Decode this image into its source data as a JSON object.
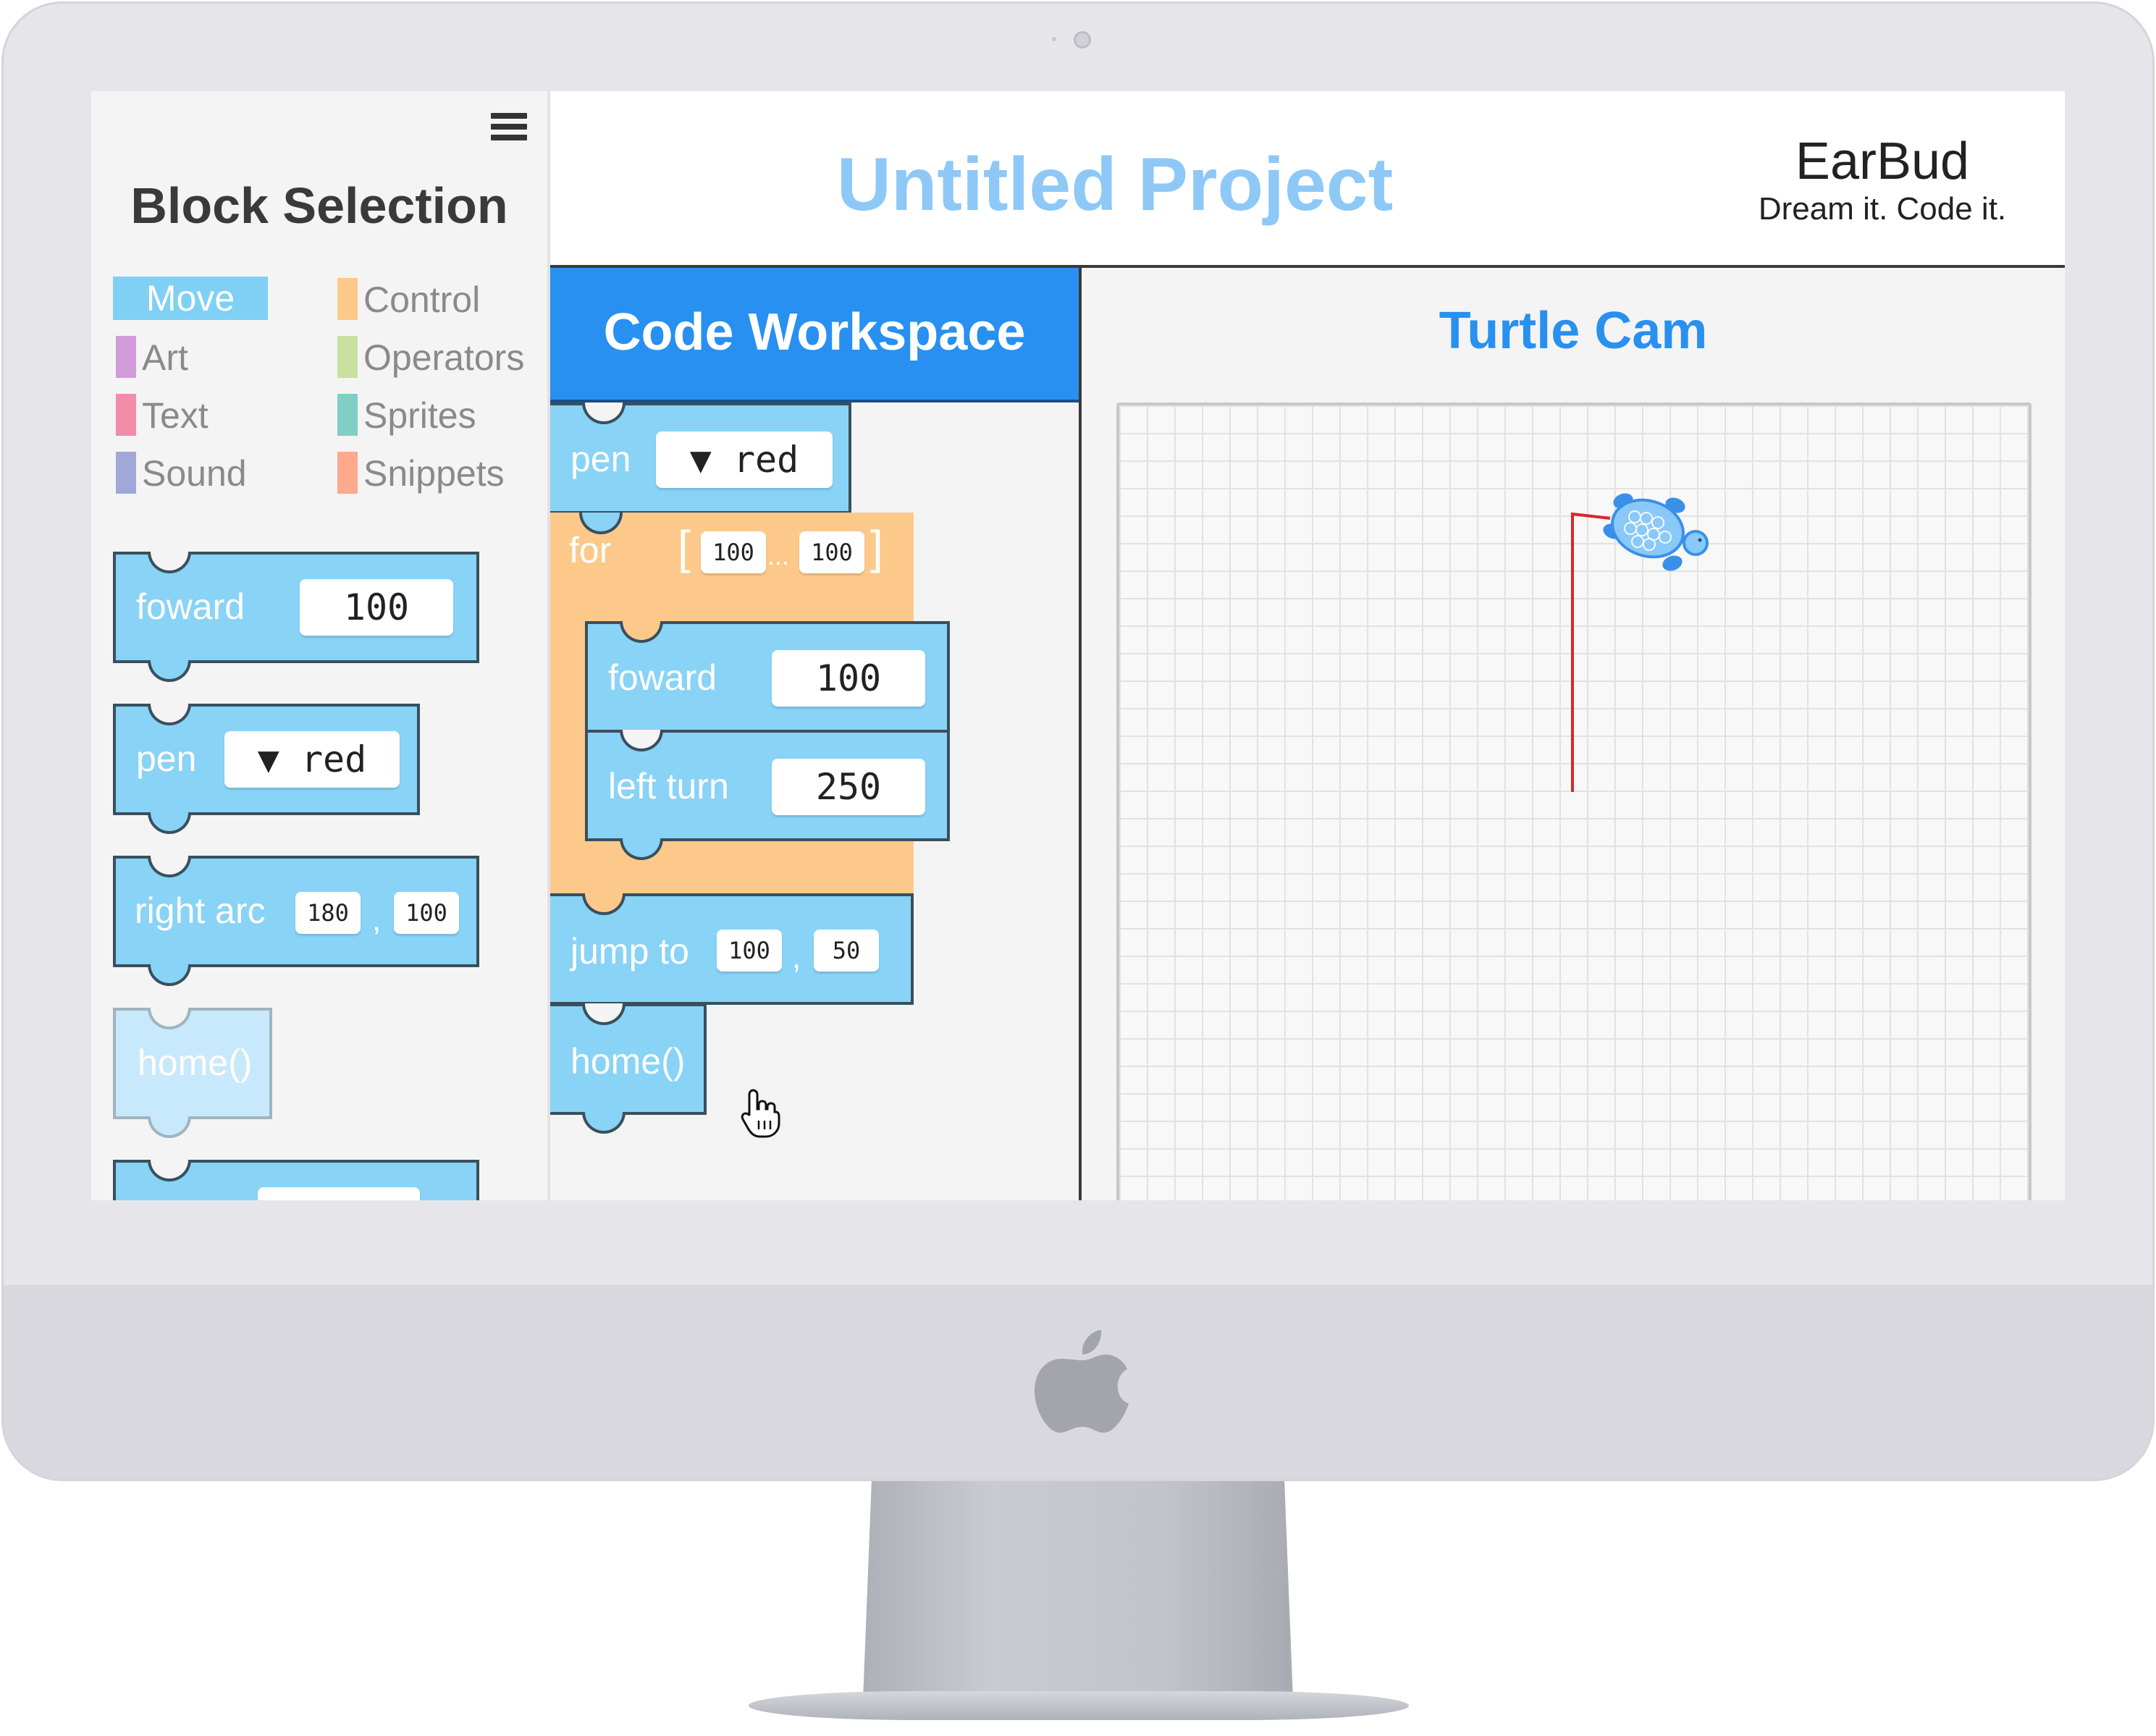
{
  "sidebar": {
    "title": "Block Selection",
    "categories": [
      {
        "label": "Move",
        "color": "#7fd0f4"
      },
      {
        "label": "Art",
        "color": "#d19ad9"
      },
      {
        "label": "Text",
        "color": "#f28ca9"
      },
      {
        "label": "Sound",
        "color": "#a0a8d8"
      },
      {
        "label": "Control",
        "color": "#fdc98a"
      },
      {
        "label": "Operators",
        "color": "#c8e0a0"
      },
      {
        "label": "Sprites",
        "color": "#7fcfc4"
      },
      {
        "label": "Snippets",
        "color": "#fca98c"
      }
    ],
    "blocks": {
      "forward": {
        "label": "foward",
        "value": "100"
      },
      "pen": {
        "label": "pen",
        "value": "▼ red"
      },
      "right_arc": {
        "label": "right arc",
        "value1": "180",
        "sep": ",",
        "value2": "100"
      },
      "home": {
        "label": "home()"
      }
    }
  },
  "header": {
    "project_title": "Untitled Project",
    "brand_name": "EarBud",
    "brand_tagline": "Dream it. Code it."
  },
  "workspace": {
    "title": "Code Workspace",
    "blocks": {
      "pen": {
        "label": "pen",
        "value": "▼ red"
      },
      "for": {
        "label": "for",
        "open": "[",
        "start": "100",
        "dots": "...",
        "end": "100",
        "close": "]"
      },
      "forward": {
        "label": "foward",
        "value": "100"
      },
      "left_turn": {
        "label": "left turn",
        "value": "250"
      },
      "jump_to": {
        "label": "jump to",
        "x": "100",
        "sep": ",",
        "y": "50"
      },
      "home": {
        "label": "home()"
      }
    }
  },
  "turtle_cam": {
    "title": "Turtle Cam",
    "pen_color": "#d9262a",
    "turtle_color": "#5ab0f0"
  },
  "colors": {
    "accent": "#2890f0",
    "block_move": "#88d3f6",
    "block_control": "#fdc98a",
    "project_title": "#8ec8f6"
  },
  "icons": [
    "menu-icon",
    "dropdown-arrow-icon",
    "turtle-icon",
    "hand-cursor-icon",
    "apple-logo-icon"
  ]
}
